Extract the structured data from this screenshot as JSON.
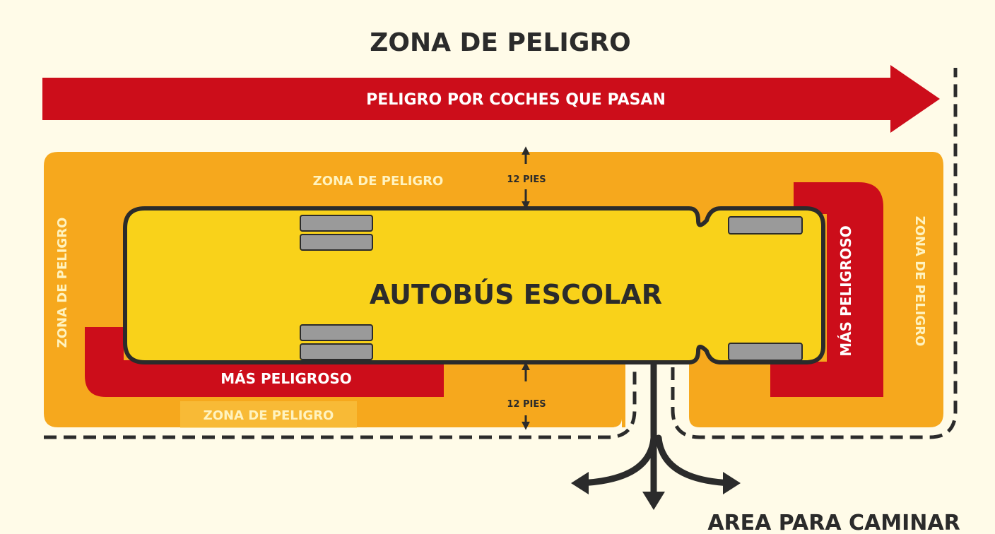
{
  "title": "ZONA DE PELIGRO",
  "traffic_arrow": {
    "label": "PELIGRO POR COCHES QUE PASAN"
  },
  "zone_labels": {
    "top": "ZONA DE PELIGRO",
    "bottom": "ZONA DE PELIGRO",
    "left": "ZONA DE PELIGRO",
    "right": "ZONA DE PELIGRO"
  },
  "distance_labels": {
    "top": "12 PIES",
    "bottom": "12 PIES"
  },
  "bus": {
    "label": "AUTOBÚS ESCOLAR"
  },
  "most_dangerous": {
    "bottom": "MÁS PELIGROSO",
    "right": "MÁS PELIGROSO"
  },
  "walk_area": {
    "label": "AREA PARA CAMINAR"
  },
  "colors": {
    "background": "#fffbe8",
    "danger_zone": "#f6a81d",
    "bus_body": "#f9d21a",
    "most_dangerous": "#cc0d1a",
    "arrow": "#cc0d1a",
    "outline": "#2b2b2b",
    "wheel": "#9a9a9a"
  }
}
